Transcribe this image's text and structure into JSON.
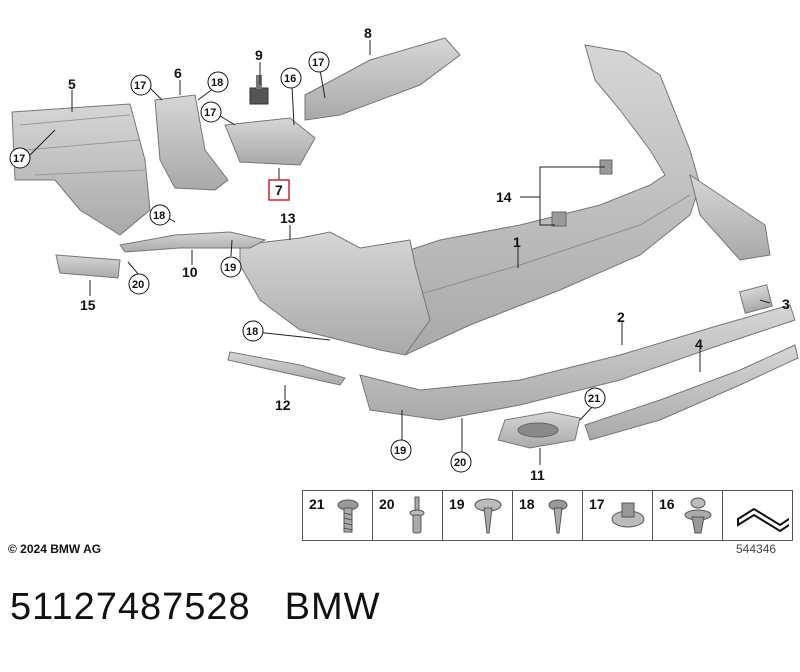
{
  "diagram": {
    "labels": {
      "p1": "1",
      "p2": "2",
      "p3": "3",
      "p4": "4",
      "p5": "5",
      "p6": "6",
      "p7": "7",
      "p8": "8",
      "p9": "9",
      "p10": "10",
      "p11": "11",
      "p12": "12",
      "p13": "13",
      "p14": "14",
      "p15": "15"
    },
    "circled": {
      "c17a": "17",
      "c17b": "17",
      "c17c": "17",
      "c17d": "17",
      "c18a": "18",
      "c18b": "18",
      "c18c": "18",
      "c16": "16",
      "c19a": "19",
      "c19b": "19",
      "c20a": "20",
      "c20b": "20",
      "c21": "21"
    },
    "highlight_color": "#d9202a"
  },
  "legend": {
    "items": [
      {
        "number": "21",
        "icon": "hex-bolt-icon"
      },
      {
        "number": "20",
        "icon": "rivet-icon"
      },
      {
        "number": "19",
        "icon": "flange-screw-icon"
      },
      {
        "number": "18",
        "icon": "hex-bolt-icon"
      },
      {
        "number": "17",
        "icon": "clip-nut-icon"
      },
      {
        "number": "16",
        "icon": "expansion-rivet-icon"
      },
      {
        "number": "",
        "icon": "gasket-strip-icon"
      }
    ]
  },
  "footer": {
    "copyright": "© 2024 BMW AG",
    "diagram_id": "544346"
  },
  "part": {
    "number": "51127487528",
    "brand": "BMW"
  }
}
